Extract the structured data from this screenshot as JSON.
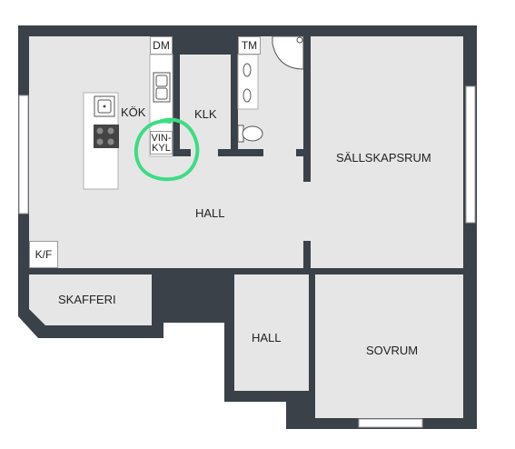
{
  "rooms": {
    "kok": "KÖK",
    "klk": "KLK",
    "hall_main": "HALL",
    "sallskapsrum": "SÄLLSKAPSRUM",
    "skafferi": "SKAFFERI",
    "hall_small": "HALL",
    "sovrum": "SOVRUM"
  },
  "fixtures": {
    "dm": "DM",
    "tm": "TM",
    "kf": "K/F",
    "vinkyl_line1": "VIN-",
    "vinkyl_line2": "KYL"
  },
  "colors": {
    "wall": "#3b4149",
    "floor": "#e6e6e6",
    "highlight": "#3ddc84"
  }
}
